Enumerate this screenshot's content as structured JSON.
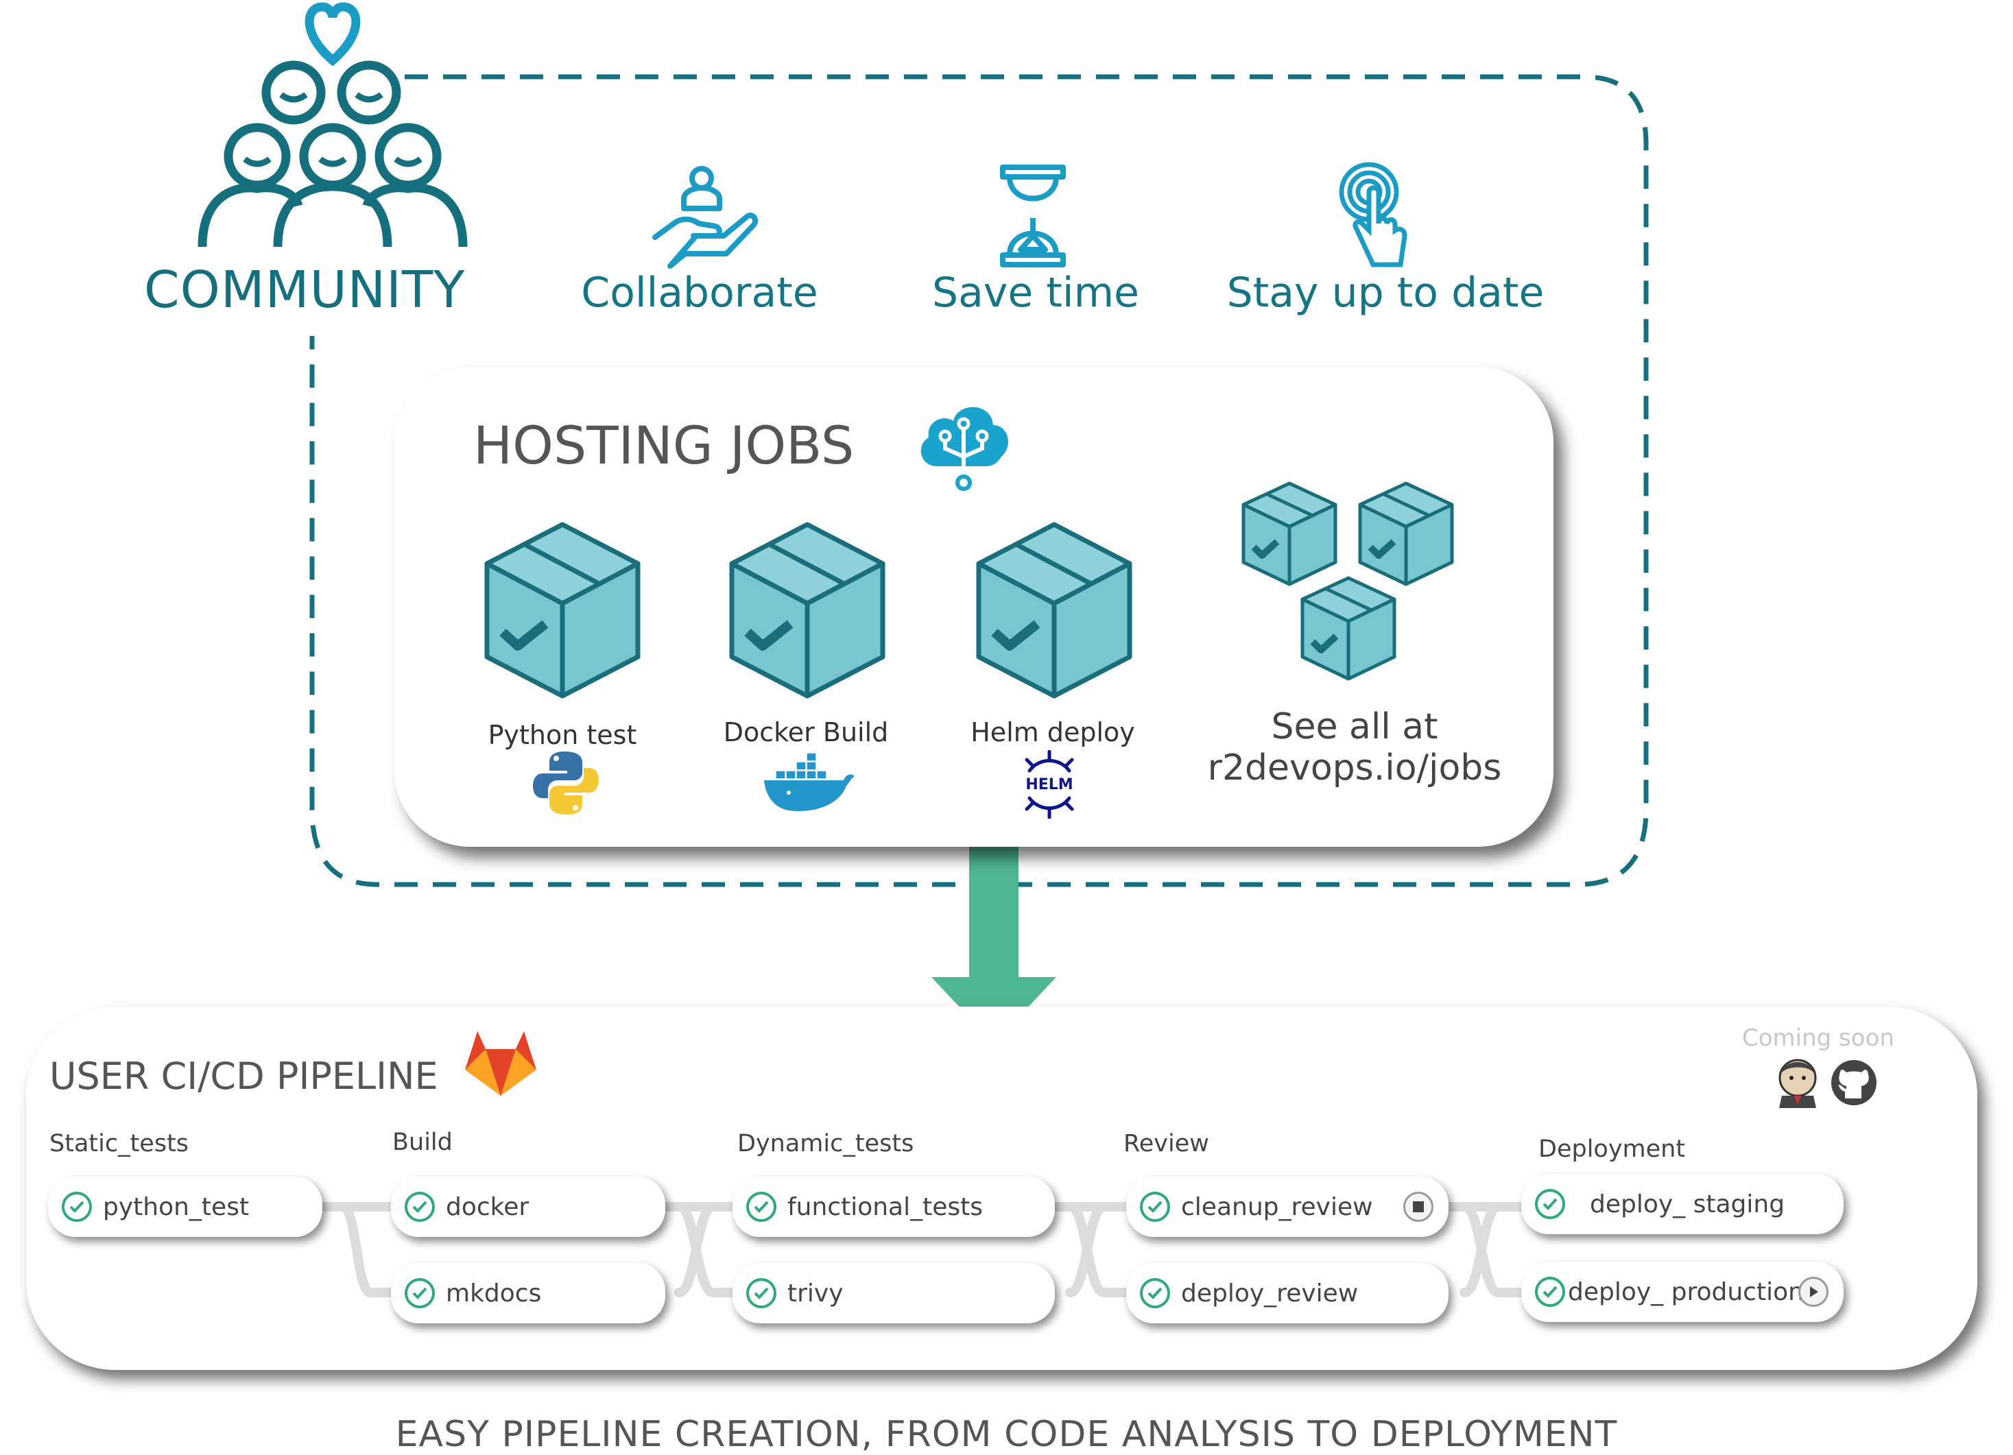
{
  "community": {
    "label": "COMMUNITY",
    "benefits": [
      {
        "label": "Collaborate",
        "icon": "hand-person-icon"
      },
      {
        "label": "Save time",
        "icon": "hourglass-icon"
      },
      {
        "label": "Stay up to date",
        "icon": "touch-tap-icon"
      }
    ]
  },
  "hosting": {
    "title": "HOSTING JOBS",
    "jobs": [
      {
        "label": "Python test",
        "logo": "python-logo"
      },
      {
        "label": "Docker Build",
        "logo": "docker-logo"
      },
      {
        "label": "Helm deploy",
        "logo": "helm-logo",
        "logo_text": "HELM"
      }
    ],
    "see_all_line1": "See all at",
    "see_all_line2": "r2devops.io/jobs"
  },
  "pipeline": {
    "title": "USER CI/CD PIPELINE",
    "coming_soon": "Coming soon",
    "stages": [
      {
        "name": "Static_tests",
        "jobs": [
          "python_test"
        ]
      },
      {
        "name": "Build",
        "jobs": [
          "docker",
          "mkdocs"
        ]
      },
      {
        "name": "Dynamic_tests",
        "jobs": [
          "functional_tests",
          "trivy"
        ]
      },
      {
        "name": "Review",
        "jobs": [
          "cleanup_review",
          "deploy_review"
        ]
      },
      {
        "name": "Deployment",
        "jobs": [
          "deploy_ staging",
          "deploy_ production"
        ]
      }
    ]
  },
  "caption": "EASY PIPELINE CREATION, FROM CODE ANALYSIS TO DEPLOYMENT",
  "colors": {
    "teal_dark": "#156f7d",
    "cyan": "#1a9cc4",
    "box_fill": "#77c6d0",
    "arrow_green": "#4fb693",
    "success_green": "#2fa87a"
  }
}
